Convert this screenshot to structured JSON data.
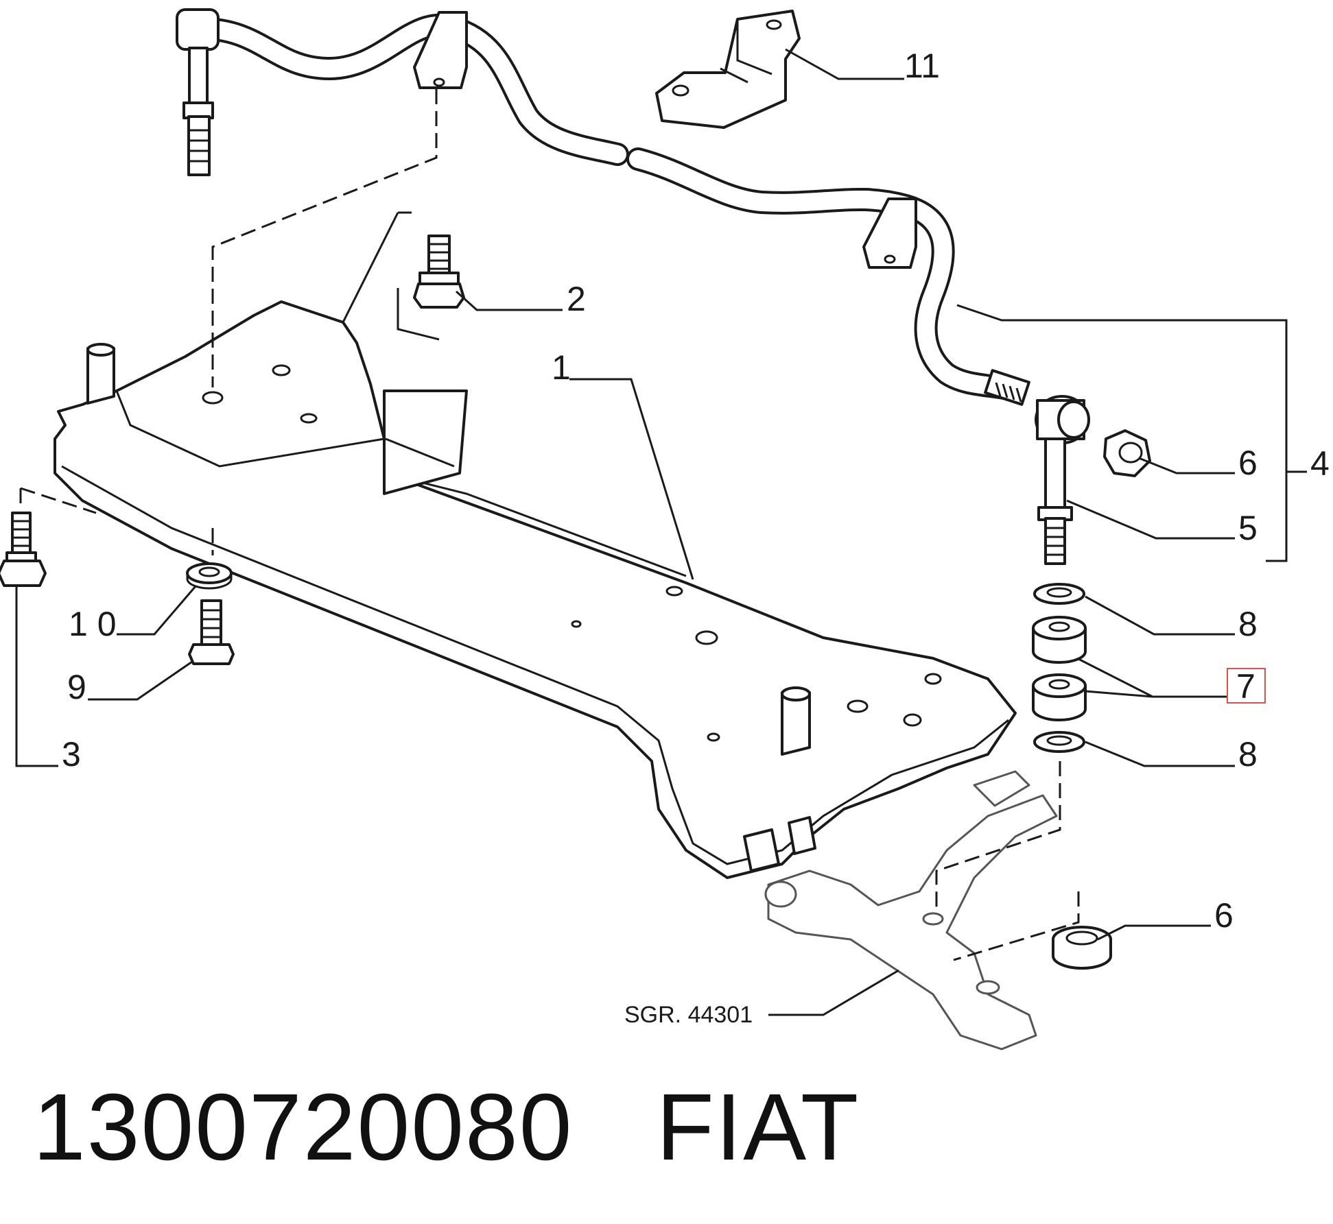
{
  "callouts": {
    "c1": "1",
    "c2": "2",
    "c3": "3",
    "c4": "4",
    "c5": "5",
    "c6a": "6",
    "c6b": "6",
    "c7": "7",
    "c8a": "8",
    "c8b": "8",
    "c9": "9",
    "c10": "1 0",
    "c11": "11"
  },
  "reference": "SGR. 44301",
  "footer": {
    "part_number": "1300720080",
    "brand": "FIAT"
  },
  "highlight": {
    "callout": "7",
    "color": "#d9534f"
  }
}
